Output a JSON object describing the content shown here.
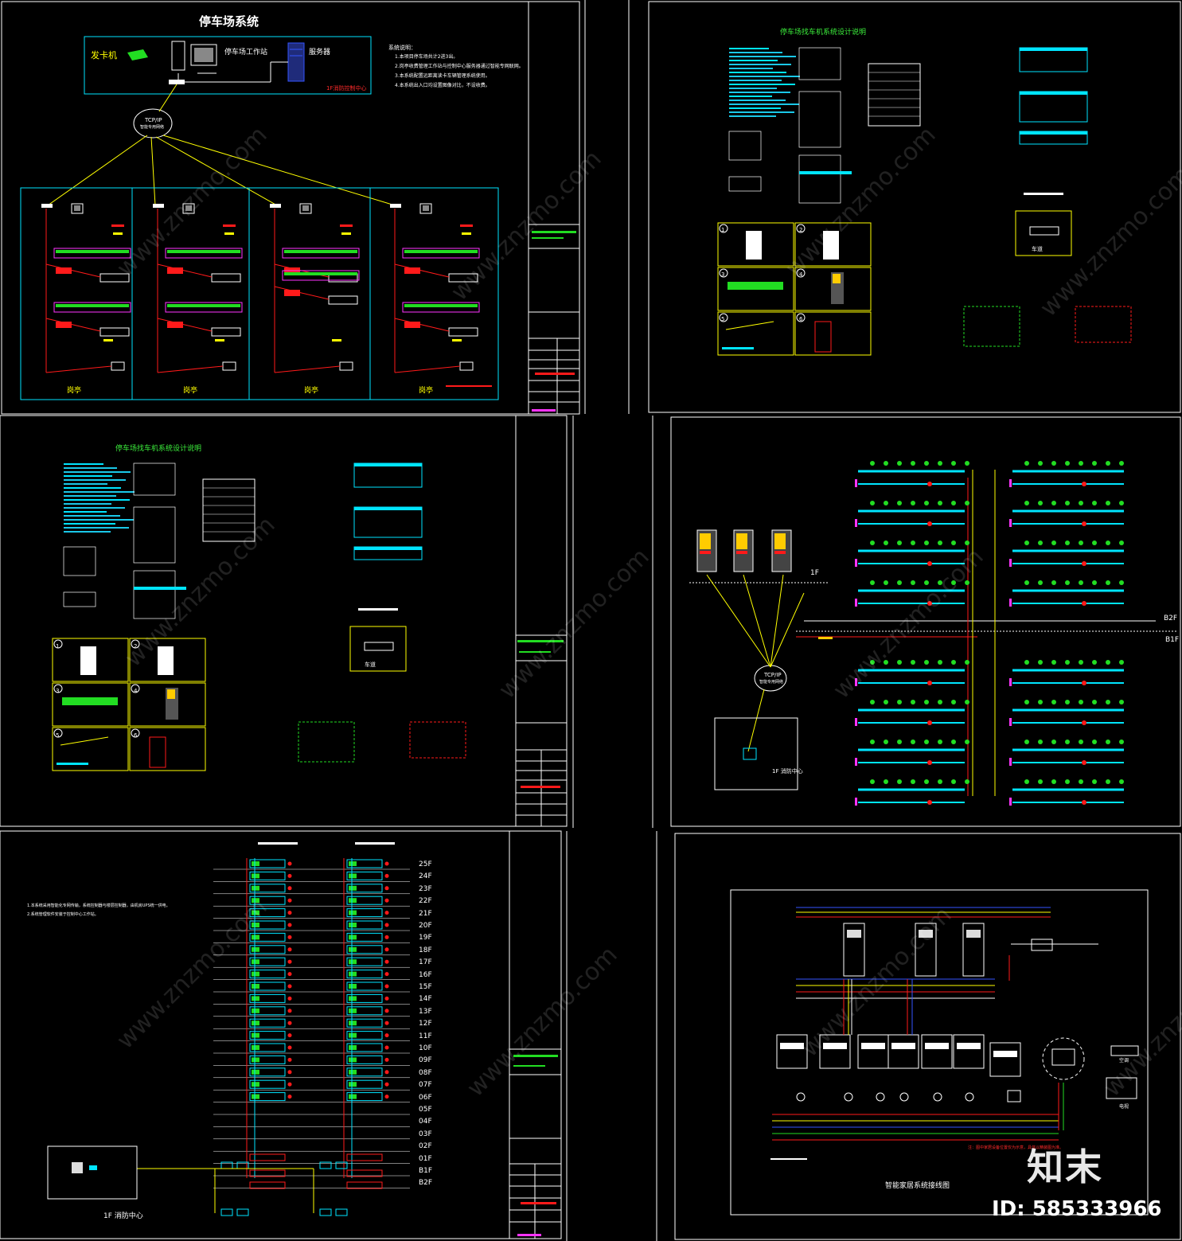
{
  "panel1": {
    "title": "停车场系统",
    "card_issuer": "发卡机",
    "workstation": "停车场工作站",
    "server": "服务器",
    "control_center": "1F消防控制中心",
    "network_line1": "TCP/IP",
    "network_line2": "智能专用网络",
    "notes_title": "系统说明：",
    "notes": [
      "1.本项目停车场共计2进3出。",
      "2.岗亭收费管理工作站与控制中心服务器通过智能专网联网。",
      "3.本系统配置远距离读卡车辆管理系统使用。",
      "4.本系统出入口均设置图像对比，不设收费。"
    ],
    "booths": [
      "岗亭",
      "岗亭",
      "岗亭",
      "岗亭"
    ]
  },
  "panel2": {
    "title": "停车场找车机系统设计说明",
    "detail_label": "车道",
    "items": [
      "1",
      "2",
      "3",
      "4",
      "5",
      "6"
    ]
  },
  "panel3": {
    "title": "停车场找车机系统设计说明",
    "detail_label": "车道",
    "items": [
      "1",
      "2",
      "3",
      "4",
      "5",
      "6"
    ]
  },
  "panel4": {
    "floor_1f": "1F",
    "floor_b2f": "B2F",
    "floor_b1f": "B1F",
    "network_line1": "TCP/IP",
    "network_line2": "智能专用网络",
    "room_label": "1F 消防中心"
  },
  "panel5": {
    "note_line1": "1.本系统采用智能化专网传输，系统控制器与楼层控制器，由机房UPS统一供电。",
    "note_line2": "2.系统管理软件安装于控制中心工作站。",
    "floors": [
      "25F",
      "24F",
      "23F",
      "22F",
      "21F",
      "20F",
      "19F",
      "18F",
      "17F",
      "16F",
      "15F",
      "14F",
      "13F",
      "12F",
      "11F",
      "10F",
      "09F",
      "08F",
      "07F",
      "06F",
      "05F",
      "04F",
      "03F",
      "02F",
      "01F",
      "B1F",
      "B2F"
    ],
    "center_label": "1F 消防中心"
  },
  "panel6": {
    "title": "智能家居系统接线图",
    "red_note": "注：图中家居设备位置仅为示意，具体以精装图为准。",
    "tv_label": "电视",
    "ac_label": "空调"
  },
  "watermark": {
    "logo": "知末",
    "id": "ID: 585333966",
    "url": "www.znzmo.com"
  },
  "colors": {
    "frame": "#ffffff",
    "cyan": "#00e5ff",
    "yellow": "#ffff00",
    "red": "#ff1a1a",
    "green": "#22dd22",
    "magenta": "#ff33ff",
    "blue": "#3355ff"
  }
}
